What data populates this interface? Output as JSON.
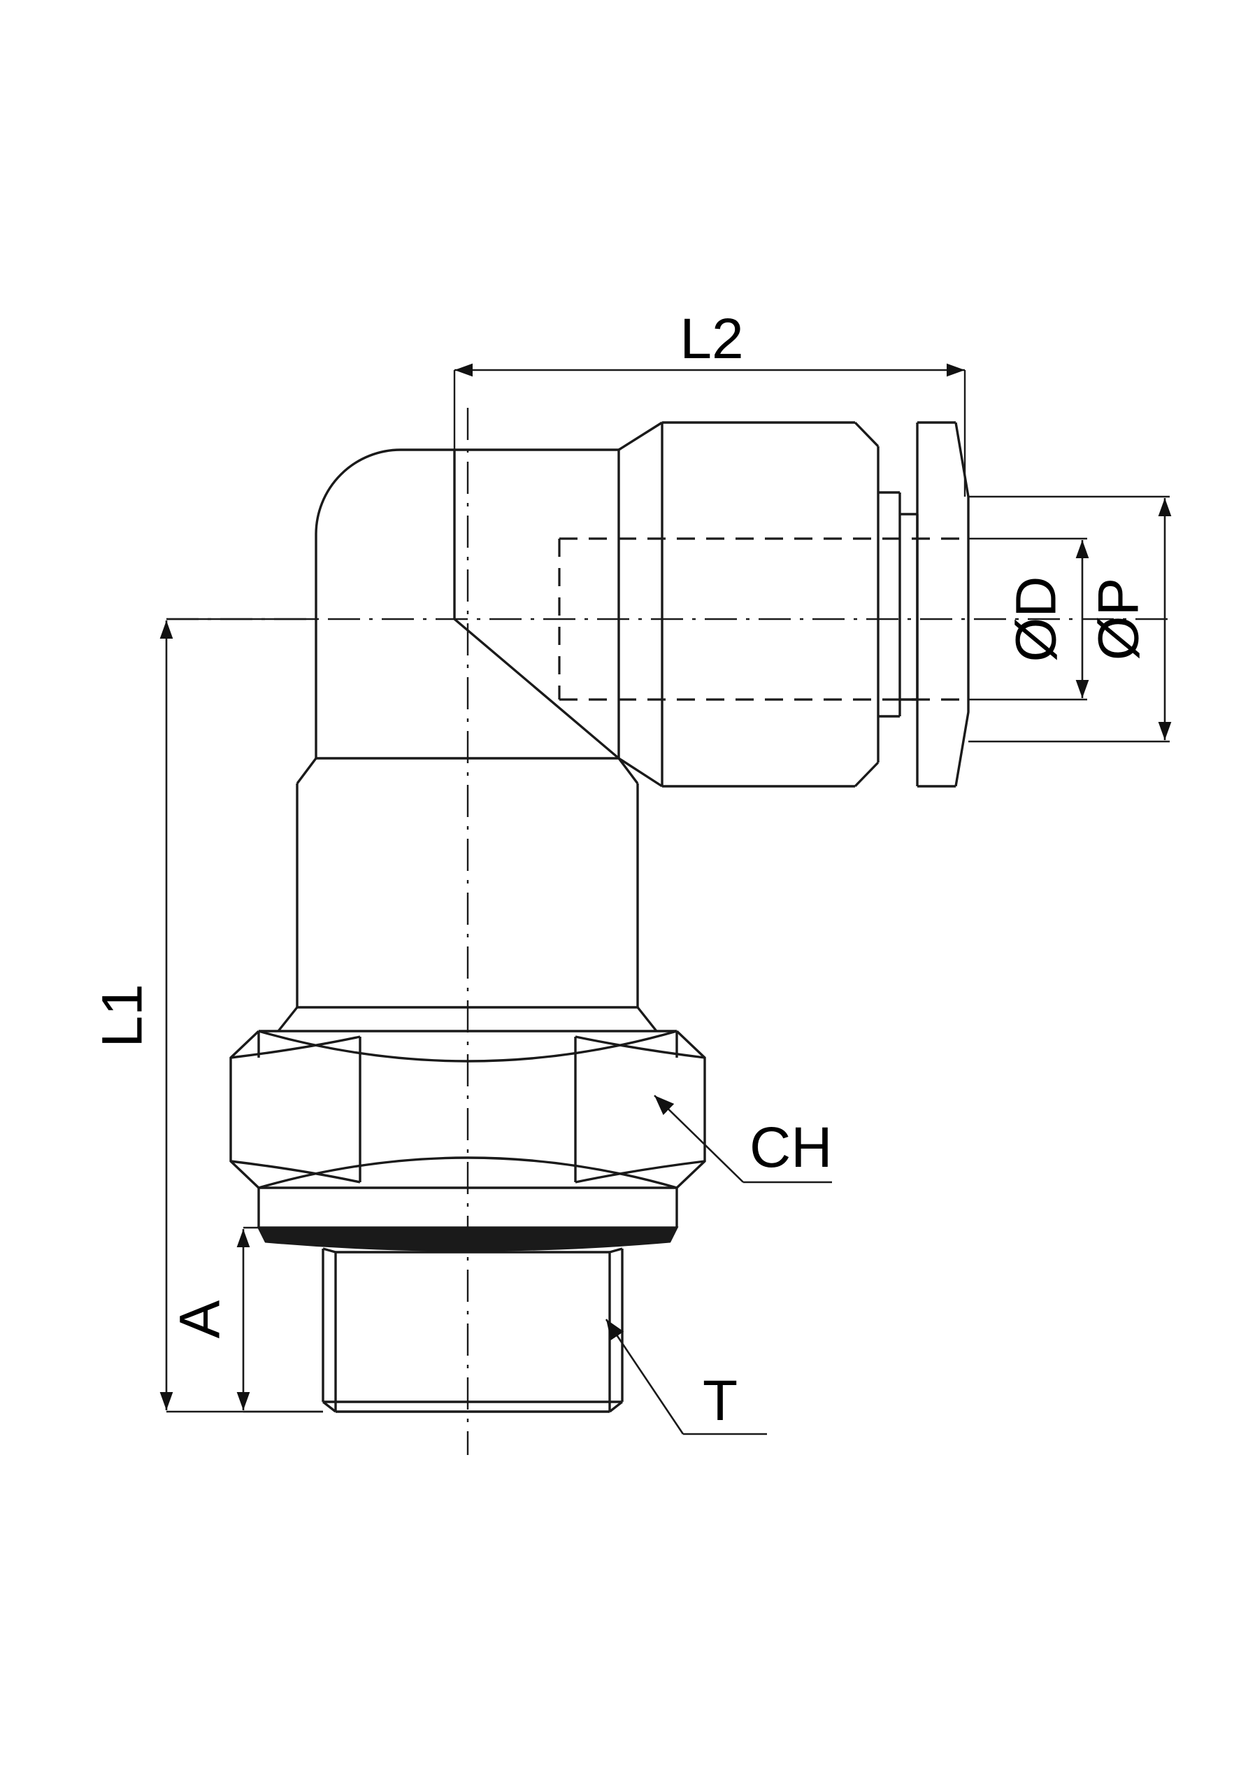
{
  "drawing": {
    "type": "engineering-drawing",
    "subject": "90-degree male elbow push-in pneumatic fitting",
    "projection": "orthographic-front-view",
    "background_color": "#ffffff",
    "line_color": "#1a1a1a",
    "text_color": "#000000"
  },
  "dimensions": {
    "l2": {
      "label": "L2",
      "orientation": "horizontal",
      "description": "Overall horizontal length from elbow centerline-left to push-in end"
    },
    "l1": {
      "label": "L1",
      "orientation": "vertical",
      "description": "Overall vertical height from horizontal port centerline to thread end"
    },
    "a": {
      "label": "A",
      "orientation": "vertical",
      "description": "Male thread length"
    },
    "od": {
      "label": "ØD",
      "orientation": "vertical",
      "description": "Tube outside diameter of push-in port"
    },
    "op": {
      "label": "ØP",
      "orientation": "vertical",
      "description": "Outside diameter of release collar body"
    }
  },
  "leaders": {
    "ch": {
      "label": "CH",
      "description": "Hexagon wrench flat size across flats"
    },
    "t": {
      "label": "T",
      "description": "Male thread designation"
    }
  },
  "callout_labels": [
    "L2",
    "L1",
    "A",
    "ØD",
    "ØP",
    "CH",
    "T"
  ]
}
